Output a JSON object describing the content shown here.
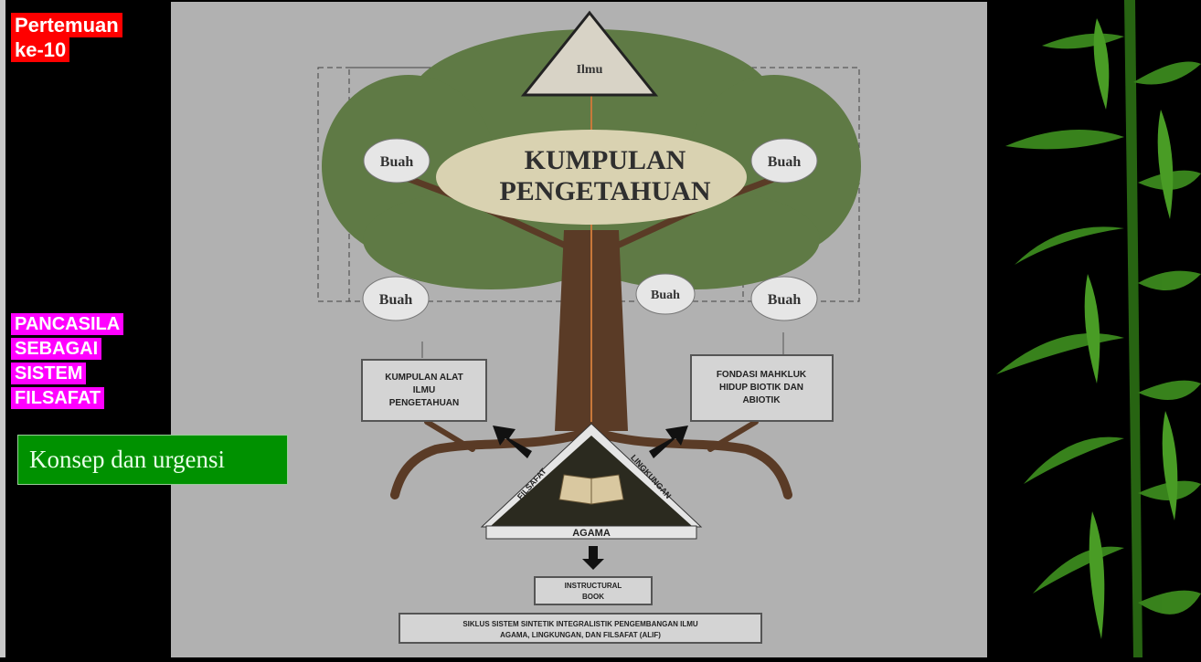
{
  "left_panel": {
    "meeting_label": [
      "Pertemuan",
      "ke-10"
    ],
    "topic_label": [
      "PANCASILA",
      "SEBAGAI",
      "SISTEM",
      "FILSAFAT"
    ],
    "subtitle": "Konsep dan urgensi"
  },
  "diagram": {
    "top": "Ilmu",
    "center": [
      "KUMPULAN",
      "PENGETAHUAN"
    ],
    "fruits": [
      "Buah",
      "Buah",
      "Buah",
      "Buah",
      "Buah"
    ],
    "left_box": [
      "KUMPULAN ALAT",
      "ILMU",
      "PENGETAHUAN"
    ],
    "right_box": [
      "FONDASI MAHKLUK",
      "HIDUP BIOTIK DAN",
      "ABIOTIK"
    ],
    "triangle_left": "FILSAFAT",
    "triangle_right": "LINGKUNGAN",
    "triangle_base": "AGAMA",
    "instruction_box": [
      "INSTRUCTURAL",
      "BOOK"
    ],
    "caption": [
      "SIKLUS SISTEM SINTETIK INTEGRALISTIK PENGEMBANGAN ILMU",
      "AGAMA, LINGKUNGAN, DAN FILSAFAT (ALIF)"
    ]
  },
  "colors": {
    "red": "#ff0000",
    "magenta": "#ff00ff",
    "green": "#009100",
    "canopy": "#5f7a45",
    "trunk": "#5a3b26"
  }
}
